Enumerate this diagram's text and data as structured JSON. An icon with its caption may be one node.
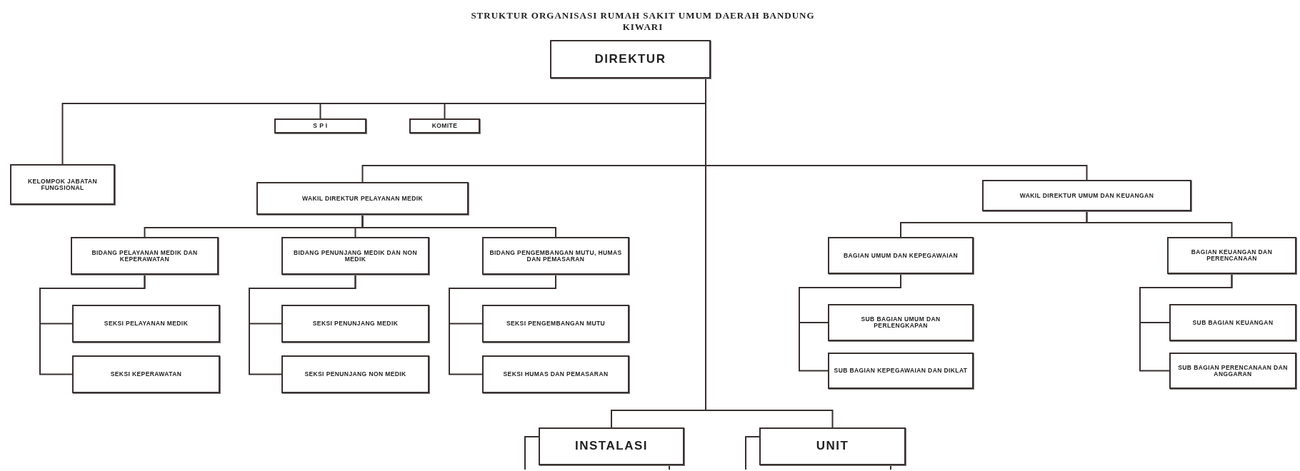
{
  "diagram": {
    "title": "STRUKTUR ORGANISASI RUMAH SAKIT UMUM DAERAH BANDUNG KIWARI",
    "nodes": [
      {
        "text": [
          "DIREKTUR"
        ]
      },
      {
        "text": [
          "S P I"
        ]
      },
      {
        "text": [
          "KOMITE"
        ]
      },
      {
        "text": [
          "KELOMPOK JABATAN FUNGSIONAL"
        ]
      },
      {
        "text": [
          "WAKIL DIREKTUR PELAYANAN MEDIK"
        ]
      },
      {
        "text": [
          "WAKIL DIREKTUR UMUM DAN KEUANGAN"
        ]
      },
      {
        "text": [
          "BIDANG PELAYANAN MEDIK DAN KEPERAWATAN"
        ]
      },
      {
        "text": [
          "BIDANG PENUNJANG MEDIK DAN NON MEDIK"
        ]
      },
      {
        "text": [
          "BIDANG PENGEMBANGAN MUTU, HUMAS DAN PEMASARAN"
        ]
      },
      {
        "text": [
          "BAGIAN UMUM DAN KEPEGAWAIAN"
        ]
      },
      {
        "text": [
          "BAGIAN KEUANGAN DAN PERENCANAAN"
        ]
      },
      {
        "text": [
          "SEKSI PELAYANAN MEDIK"
        ]
      },
      {
        "text": [
          "SEKSI PENUNJANG MEDIK"
        ]
      },
      {
        "text": [
          "SEKSI PENGEMBANGAN MUTU"
        ]
      },
      {
        "text": [
          "SUB BAGIAN UMUM DAN PERLENGKAPAN"
        ]
      },
      {
        "text": [
          "SUB BAGIAN KEUANGAN"
        ]
      },
      {
        "text": [
          "SEKSI KEPERAWATAN"
        ]
      },
      {
        "text": [
          "SEKSI PENUNJANG NON MEDIK"
        ]
      },
      {
        "text": [
          "SEKSI HUMAS DAN PEMASARAN"
        ]
      },
      {
        "text": [
          "SUB BAGIAN KEPEGAWAIAN DAN DIKLAT"
        ]
      },
      {
        "text": [
          "SUB BAGIAN PERENCANAAN DAN ANGGARAN"
        ]
      },
      {
        "text": [
          "INSTALASI"
        ]
      },
      {
        "text": [
          "UNIT"
        ]
      }
    ],
    "edges": [
      {
        "from": 0,
        "to": 3,
        "arrow": "none"
      },
      {
        "from": 0,
        "to": 1,
        "arrow": "none"
      },
      {
        "from": 0,
        "to": 2,
        "arrow": "none"
      },
      {
        "from": 0,
        "to": 4,
        "arrow": "none"
      },
      {
        "from": 0,
        "to": 5,
        "arrow": "none"
      },
      {
        "from": 4,
        "to": 6,
        "arrow": "none"
      },
      {
        "from": 4,
        "to": 7,
        "arrow": "none"
      },
      {
        "from": 4,
        "to": 8,
        "arrow": "none"
      },
      {
        "from": 5,
        "to": 9,
        "arrow": "none"
      },
      {
        "from": 5,
        "to": 10,
        "arrow": "none"
      },
      {
        "from": 6,
        "to": 11,
        "arrow": "none"
      },
      {
        "from": 6,
        "to": 16,
        "arrow": "none"
      },
      {
        "from": 7,
        "to": 12,
        "arrow": "none"
      },
      {
        "from": 7,
        "to": 17,
        "arrow": "none"
      },
      {
        "from": 8,
        "to": 13,
        "arrow": "none"
      },
      {
        "from": 8,
        "to": 18,
        "arrow": "none"
      },
      {
        "from": 9,
        "to": 14,
        "arrow": "none"
      },
      {
        "from": 9,
        "to": 19,
        "arrow": "none"
      },
      {
        "from": 10,
        "to": 15,
        "arrow": "none"
      },
      {
        "from": 10,
        "to": 20,
        "arrow": "none"
      },
      {
        "from": 0,
        "to": 21,
        "arrow": "none"
      },
      {
        "from": 0,
        "to": 22,
        "arrow": "none"
      }
    ]
  }
}
